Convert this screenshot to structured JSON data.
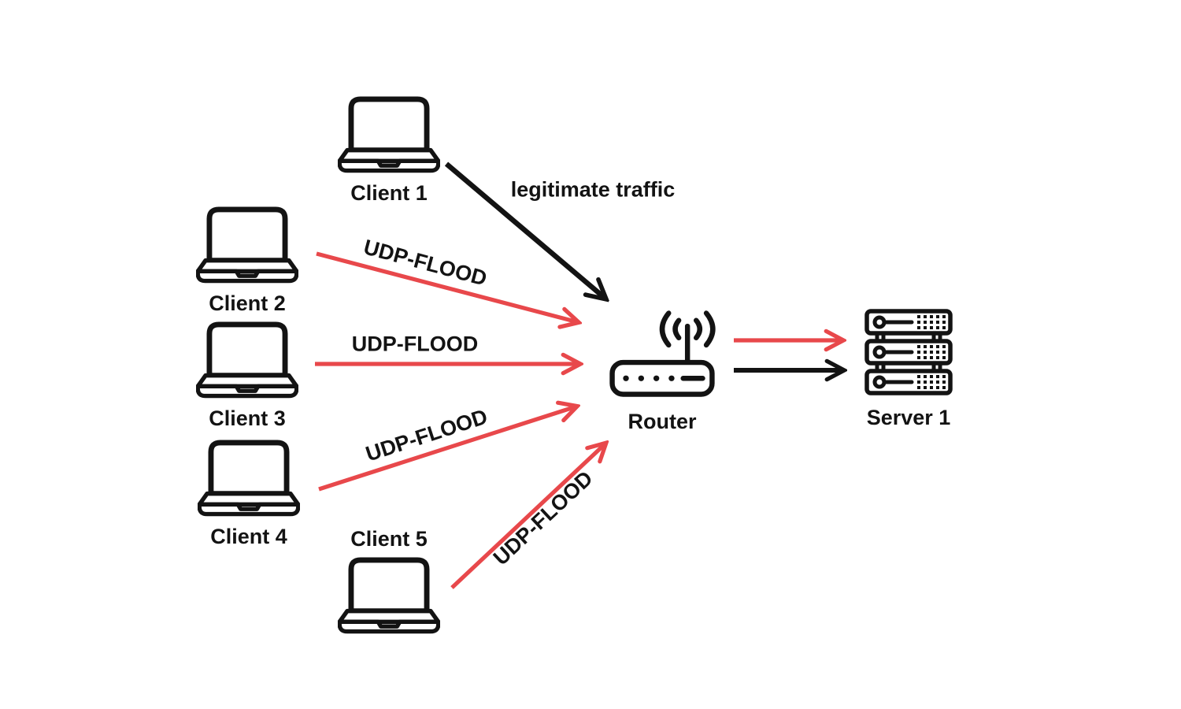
{
  "diagram": {
    "colors": {
      "attack": "#e8484b",
      "legitimate": "#131313"
    },
    "nodes": {
      "client1": {
        "label": "Client 1",
        "icon": "laptop-icon"
      },
      "client2": {
        "label": "Client 2",
        "icon": "laptop-icon"
      },
      "client3": {
        "label": "Client 3",
        "icon": "laptop-icon"
      },
      "client4": {
        "label": "Client 4",
        "icon": "laptop-icon"
      },
      "client5": {
        "label": "Client 5",
        "icon": "laptop-icon"
      },
      "router": {
        "label": "Router",
        "icon": "router-icon"
      },
      "server1": {
        "label": "Server 1",
        "icon": "server-icon"
      }
    },
    "edges": {
      "client1_to_router": {
        "label": "legitimate traffic",
        "kind": "legitimate"
      },
      "client2_to_router": {
        "label": "UDP-FLOOD",
        "kind": "attack"
      },
      "client3_to_router": {
        "label": "UDP-FLOOD",
        "kind": "attack"
      },
      "client4_to_router": {
        "label": "UDP-FLOOD",
        "kind": "attack"
      },
      "client5_to_router": {
        "label": "UDP-FLOOD",
        "kind": "attack"
      },
      "router_to_server_attack": {
        "kind": "attack"
      },
      "router_to_server_legitimate": {
        "kind": "legitimate"
      }
    }
  }
}
